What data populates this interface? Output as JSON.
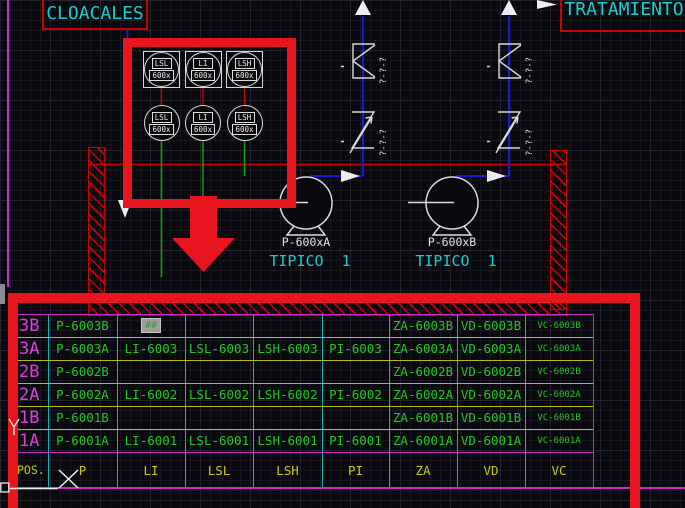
{
  "drawing": {
    "area_labels": {
      "left": "CLOACALES",
      "right": "TRATAMIENTO"
    },
    "instruments": {
      "top": [
        {
          "tag": "LSL",
          "num": "600x"
        },
        {
          "tag": "LI",
          "num": "600x"
        },
        {
          "tag": "LSH",
          "num": "600x"
        }
      ],
      "bottom": [
        {
          "tag": "LSL",
          "num": "600x"
        },
        {
          "tag": "LI",
          "num": "600x"
        },
        {
          "tag": "LSH",
          "num": "600x"
        }
      ]
    },
    "pumps": [
      {
        "label": "P-600xA",
        "typical": "TIPICO  1"
      },
      {
        "label": "P-600xB",
        "typical": "TIPICO  1"
      }
    ],
    "valve_tags": [
      "?-?-?",
      "?-?-?",
      "?-?-?",
      "?-?-?"
    ]
  },
  "table": {
    "headers": [
      "POS.",
      "P",
      "LI",
      "LSL",
      "LSH",
      "PI",
      "ZA",
      "VD",
      "VC"
    ],
    "rows": [
      {
        "pos": "3B",
        "cells": [
          "P-6003B",
          "##",
          "",
          "",
          "",
          "ZA-6003B",
          "VD-6003B",
          "VC-6003B"
        ],
        "editing_col": 1
      },
      {
        "pos": "3A",
        "cells": [
          "P-6003A",
          "LI-6003",
          "LSL-6003",
          "LSH-6003",
          "PI-6003",
          "ZA-6003A",
          "VD-6003A",
          "VC-6003A"
        ]
      },
      {
        "pos": "2B",
        "cells": [
          "P-6002B",
          "",
          "",
          "",
          "",
          "ZA-6002B",
          "VD-6002B",
          "VC-6002B"
        ]
      },
      {
        "pos": "2A",
        "cells": [
          "P-6002A",
          "LI-6002",
          "LSL-6002",
          "LSH-6002",
          "PI-6002",
          "ZA-6002A",
          "VD-6002A",
          "VC-6002A"
        ]
      },
      {
        "pos": "1B",
        "cells": [
          "P-6001B",
          "",
          "",
          "",
          "",
          "ZA-6001B",
          "VD-6001B",
          "VC-6001B"
        ]
      },
      {
        "pos": "1A",
        "cells": [
          "P-6001A",
          "LI-6001",
          "LSL-6001",
          "LSH-6001",
          "PI-6001",
          "ZA-6001A",
          "VD-6001A",
          "VC-6001A"
        ]
      }
    ]
  },
  "colors": {
    "annotation_red": "#e8141e",
    "cad_red": "#cf0000",
    "magenta": "#c92cc9",
    "cyan": "#19cdcd",
    "green": "#22c922",
    "yellow": "#c9c917",
    "blue": "#1a1ad6",
    "white": "#e4e4e4"
  }
}
